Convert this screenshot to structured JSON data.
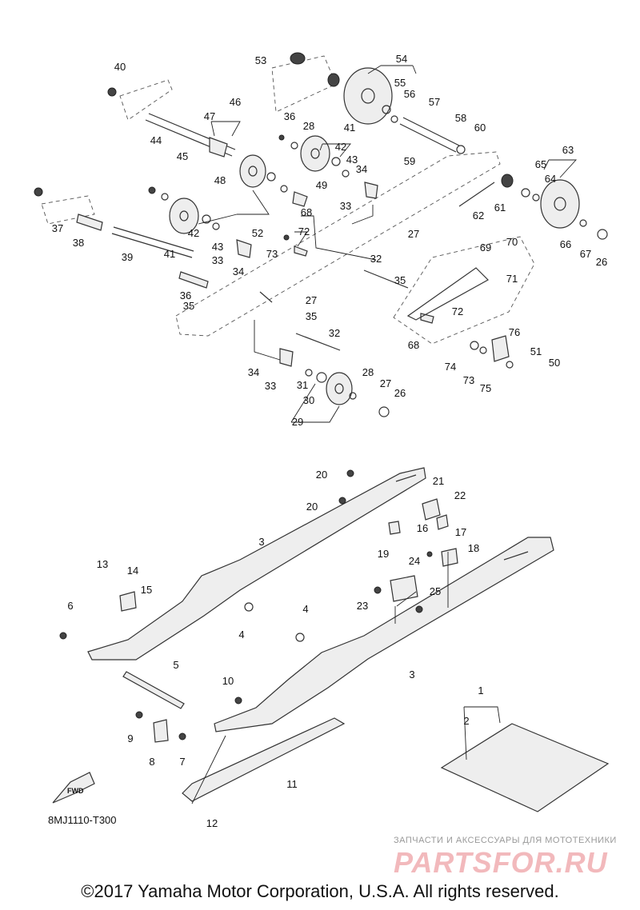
{
  "diagram": {
    "code": "8MJ1110-T300",
    "fwd_label": "FWD",
    "copyright": "©2017 Yamaha Motor Corporation, U.S.A. All rights reserved.",
    "watermark": {
      "tagline": "ЗАПЧАСТИ И АКСЕССУАРЫ ДЛЯ МОТОТЕХНИКИ",
      "logo": "PARTSFOR.RU"
    },
    "colors": {
      "line": "#333333",
      "watermark": "#f2b9bc"
    },
    "callouts": [
      "40",
      "44",
      "45",
      "47",
      "46",
      "48",
      "53",
      "54",
      "55",
      "56",
      "57",
      "58",
      "60",
      "36",
      "28",
      "41",
      "42",
      "43",
      "59",
      "34",
      "49",
      "33",
      "68",
      "72",
      "62",
      "61",
      "63",
      "65",
      "64",
      "66",
      "67",
      "26",
      "37",
      "38",
      "39",
      "42",
      "43",
      "41",
      "33",
      "34",
      "52",
      "73",
      "27",
      "35",
      "32",
      "69",
      "70",
      "71",
      "72",
      "68",
      "74",
      "73",
      "75",
      "76",
      "51",
      "50",
      "36",
      "35",
      "27",
      "35",
      "32",
      "34",
      "33",
      "31",
      "30",
      "29",
      "28",
      "27",
      "26",
      "20",
      "20",
      "21",
      "22",
      "16",
      "17",
      "18",
      "19",
      "3",
      "13",
      "14",
      "15",
      "6",
      "4",
      "4",
      "24",
      "23",
      "25",
      "3",
      "5",
      "10",
      "9",
      "8",
      "7",
      "11",
      "1",
      "2",
      "12"
    ]
  }
}
